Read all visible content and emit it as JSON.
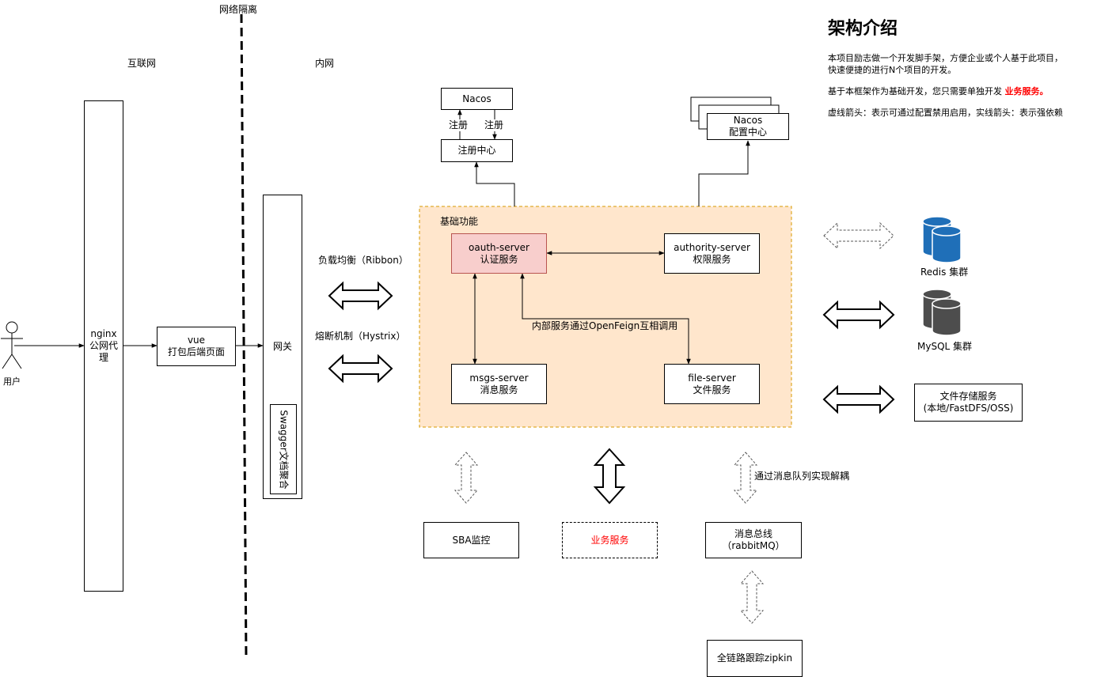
{
  "zones": {
    "isolation": "网络隔离",
    "internet": "互联网",
    "intranet": "内网"
  },
  "actor": {
    "label": "用户"
  },
  "nodes": {
    "nginx": "nginx\n公网代\n理",
    "vue": "vue\n打包后端页面",
    "gateway": "网关",
    "swagger": "Swagger文档聚合",
    "nacos_registry": "Nacos",
    "registry_center": "注册中心",
    "register_up": "注册",
    "register_down": "注册",
    "nacos_config": "Nacos\n配置中心",
    "oauth": "oauth-server\n认证服务",
    "authority": "authority-server\n权限服务",
    "msgs": "msgs-server\n消息服务",
    "file": "file-server\n文件服务",
    "sba": "SBA监控",
    "biz": "业务服务",
    "bus": "消息总线\n（rabbitMQ）",
    "zipkin": "全链路跟踪zipkin",
    "storage": "文件存储服务\n(本地/FastDFS/OSS)",
    "redis": "Redis 集群",
    "mysql": "MySQL 集群"
  },
  "group": {
    "title": "基础功能"
  },
  "edge_labels": {
    "ribbon": "负载均衡（Ribbon）",
    "hystrix": "熔断机制（Hystrix）",
    "feign": "内部服务通过OpenFeign互相调用",
    "mq": "通过消息队列实现解耦"
  },
  "intro": {
    "title": "架构介绍",
    "p1": "本项目励志做一个开发脚手架，方便企业或个人基于此项目，\n快速便捷的进行N个项目的开发。",
    "p2_prefix": "基于本框架作为基础开发，您只需要单独开发 ",
    "p2_highlight": "业务服务。",
    "p3": "虚线箭头：表示可通过配置禁用启用，实线箭头：表示强依赖"
  },
  "colors": {
    "group_fill": "#ffe6cc",
    "group_border": "#d79b00",
    "oauth_fill": "#f8cecc",
    "oauth_border": "#b85450",
    "highlight_red": "#ff0000",
    "redis_blue": "#1f6fb8",
    "mysql_gray": "#4d4d4d"
  },
  "icons": {
    "user": "person-icon",
    "redis": "database-icon",
    "mysql": "database-icon"
  }
}
